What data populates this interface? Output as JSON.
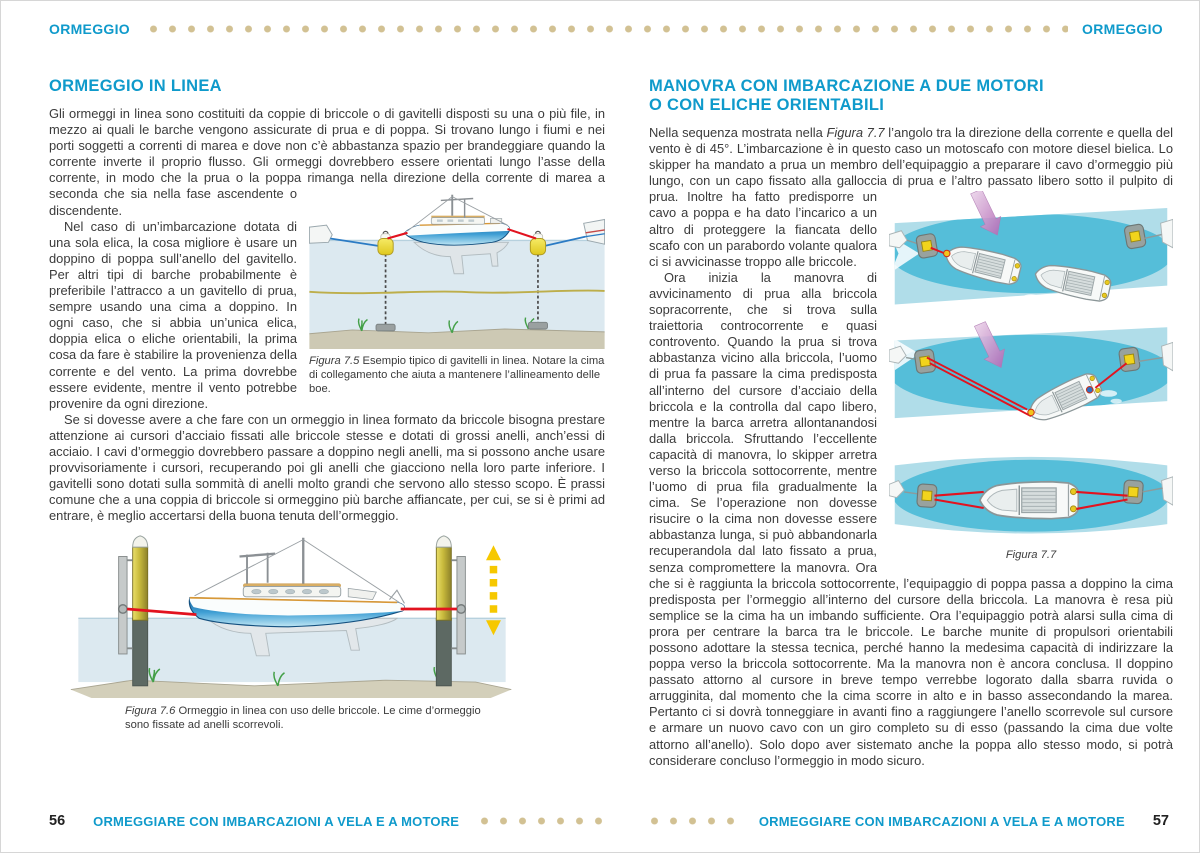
{
  "colors": {
    "accent": "#0f9acb",
    "header_dots": "#d2c193",
    "body_text": "#3b3b3b",
    "mooring_line_red": "#e2131f",
    "connecting_line_blue": "#2b7bc4",
    "water_light": "#dce9f0",
    "sea_turquoise": "#57bfda",
    "buoy_yellow": "#f0da2e",
    "pile_yellow": "#c8ba3c",
    "tide_arrow_yellow": "#f6c800",
    "wind_arrow_pink": "#c585c4",
    "seabed_tan": "#cdc9b4"
  },
  "header": {
    "left": "ORMEGGIO",
    "right": "ORMEGGIO"
  },
  "left_page": {
    "title": "ORMEGGIO IN LINEA",
    "para1_a": "Gli ormeggi in linea sono costituiti da coppie di briccole o di gavitelli disposti su una o più file, in mezzo ai quali le barche vengono assicurate di prua e di poppa. Si trovano lungo i fiumi e nei porti soggetti a correnti di marea e dove non c’è abbastanza spazio per brandeggiare quando la corrente inverte il proprio flusso. Gli ormeggi dovrebbero essere orientati lungo l’asse della corrente, in modo che la prua o la poppa rimanga nella direzione della corrente di marea a seconda ",
    "para1_b": "che sia nella fase ascendente o discendente.",
    "para2": "Nel caso di un’imbarcazione dotata di una sola elica, la cosa migliore è usare un doppino di poppa sull’anello del gavitello. Per altri tipi di barche probabilmente è preferibile l’attracco a un gavitello di prua, sempre usando una cima a doppino. In ogni caso, che si abbia un’unica elica, doppia elica o eliche orientabili, la prima cosa da fare è stabilire la provenienza della corrente e del vento. La prima dovrebbe essere evidente, mentre il vento potrebbe provenire da ogni direzione.",
    "para3": "Se si dovesse avere a che fare con un ormeggio in linea formato da briccole bisogna prestare attenzione ai cursori d’acciaio fissati alle briccole stesse e dotati di grossi anelli, anch’essi di acciaio. I cavi d’ormeggio dovrebbero passare a doppino negli anelli, ma si possono anche usare provvisoriamente i cursori, recuperando poi gli anelli che giacciono nella loro parte inferiore. I gavitelli sono dotati sulla sommità di anelli molto grandi che servono allo stesso scopo. È prassi comune che a una coppia di briccole si ormeggino più barche affiancate, per cui, se si è primi ad entrare, è meglio accertarsi della buona tenuta dell’ormeggio.",
    "fig75": {
      "label": "Figura 7.5",
      "caption": "Esempio tipico di gavitelli in linea. Notare la cima di collegamento che aiuta a mantenere l’allineamento delle boe."
    },
    "fig76": {
      "label": "Figura 7.6",
      "caption": "Ormeggio in linea con uso delle briccole. Le cime d’ormeggio sono fissate ad anelli scorrevoli."
    },
    "footer": {
      "page": "56",
      "title": "ORMEGGIARE CON IMBARCAZIONI A VELA E A MOTORE"
    }
  },
  "right_page": {
    "title_line1": "MANOVRA CON IMBARCAZIONE A DUE MOTORI",
    "title_line2": "O CON ELICHE ORIENTABILI",
    "para1_a": "Nella sequenza mostrata nella ",
    "para1_fig": "Figura 7.7",
    "para1_b": " l’angolo tra la direzione della corrente e quella del vento è di 45°. L’imbarcazione è in questo caso un motoscafo con motore diesel bielica. Lo skipper ha mandato a prua un membro dell’equipaggio a preparare il cavo d’ormeggio più lungo, con un capo fissato alla galloccia di prua e l’altro passato libero sotto il pulpito di prua. Inoltre ha fatto ",
    "para1_c": "predisporre un cavo a poppa e ha dato l’incarico a un altro di proteggere la fiancata dello scafo con un parabordo volante qualora ci si avvicinasse troppo alle briccole.",
    "para2": "Ora inizia la manovra di avvicinamento di prua alla briccola sopracorrente, che si trova sulla traiettoria controcorrente e quasi controvento. Quando la prua si trova abbastanza vicino alla briccola, l’uomo di prua fa passare la cima predisposta all’interno del cursore d’acciaio della briccola e la controlla dal capo libero, mentre la barca arretra allontanandosi dalla briccola. Sfruttando l’eccellente capacità di manovra, lo skipper arretra verso la briccola sottocorrente, mentre l’uomo di prua fila gradualmente la cima. Se l’operazione non dovesse risucire o la cima non dovesse essere abbastanza lunga, si può abbandonarla recuperandola dal lato fissato a prua, senza compromettere la manovra. Ora che si è raggiunta la briccola sottocorrente, l’equipaggio di poppa passa a doppino la cima predisposta per l’ormeggio all’interno del cursore della briccola. La manovra è resa più semplice se la cima ha un imbando sufficiente. Ora l’equipaggio potrà alarsi sulla cima di prora per centrare la barca tra le briccole. Le barche munite di propulsori orientabili possono adottare la stessa tecnica, perché hanno la medesima capacità di indirizzare la poppa verso la briccola sottocorrente. Ma la manovra non è ancora conclusa. Il doppino passato attorno al cursore in breve tempo verrebbe logorato dalla sbarra ruvida o arrugginita, dal momento che la cima scorre in alto e in basso assecondando la marea. Pertanto ci si dovrà tonneggiare in avanti fino a raggiungere l’anello scorrevole sul cursore e armare un nuovo cavo con un giro completo su di esso (passando la cima due volte attorno all’anello). Solo dopo aver sistemato anche la poppa allo stesso modo, si potrà considerare concluso l’ormeggio in modo sicuro.",
    "fig77": {
      "label": "Figura 7.7"
    },
    "footer": {
      "title": "ORMEGGIARE CON IMBARCAZIONI A VELA E A MOTORE",
      "page": "57"
    }
  }
}
